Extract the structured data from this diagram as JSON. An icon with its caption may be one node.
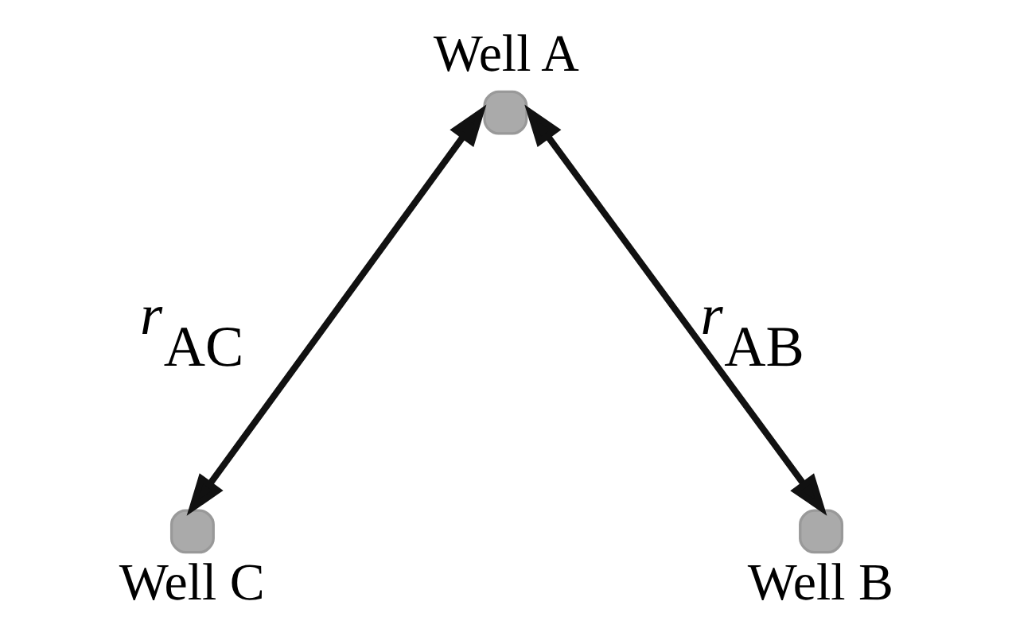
{
  "diagram": {
    "nodes": [
      {
        "text": [
          "Well A"
        ]
      },
      {
        "text": [
          "Well C"
        ]
      },
      {
        "text": [
          "Well B"
        ]
      }
    ],
    "edges": [
      {
        "from": 0,
        "to": 1,
        "arrow": "both",
        "label": "*r*$_{AC}$"
      },
      {
        "from": 0,
        "to": 2,
        "arrow": "both",
        "label": "*r*$_{AB}$"
      }
    ]
  }
}
